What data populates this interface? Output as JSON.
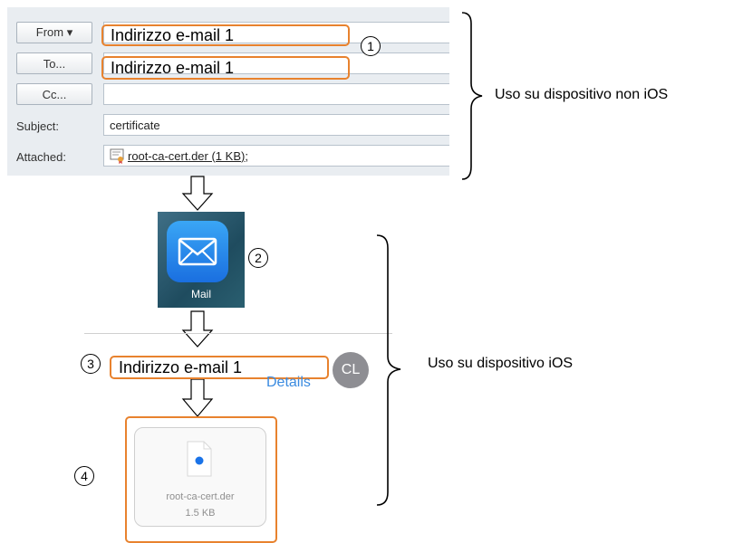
{
  "compose": {
    "from_label": "From ▾",
    "to_label": "To...",
    "cc_label": "Cc...",
    "subject_label": "Subject:",
    "subject_value": "certificate",
    "attached_label": "Attached:",
    "attached_value": "root-ca-cert.der (1 KB);"
  },
  "callouts": {
    "from_address": "Indirizzo e-mail 1",
    "to_address": "Indirizzo e-mail 1",
    "ios_address": "Indirizzo e-mail 1",
    "n1": "1",
    "n2": "2",
    "n3": "3",
    "n4": "4"
  },
  "labels": {
    "non_ios": "Uso su dispositivo non iOS",
    "ios": "Uso su dispositivo iOS"
  },
  "mail_app": {
    "label": "Mail"
  },
  "ios_mail": {
    "avatar": "CL",
    "details": "Details",
    "attachment_name": "root-ca-cert.der",
    "attachment_size": "1.5 KB"
  },
  "colors": {
    "highlight": "#e8822e",
    "link": "#3b8be0"
  }
}
